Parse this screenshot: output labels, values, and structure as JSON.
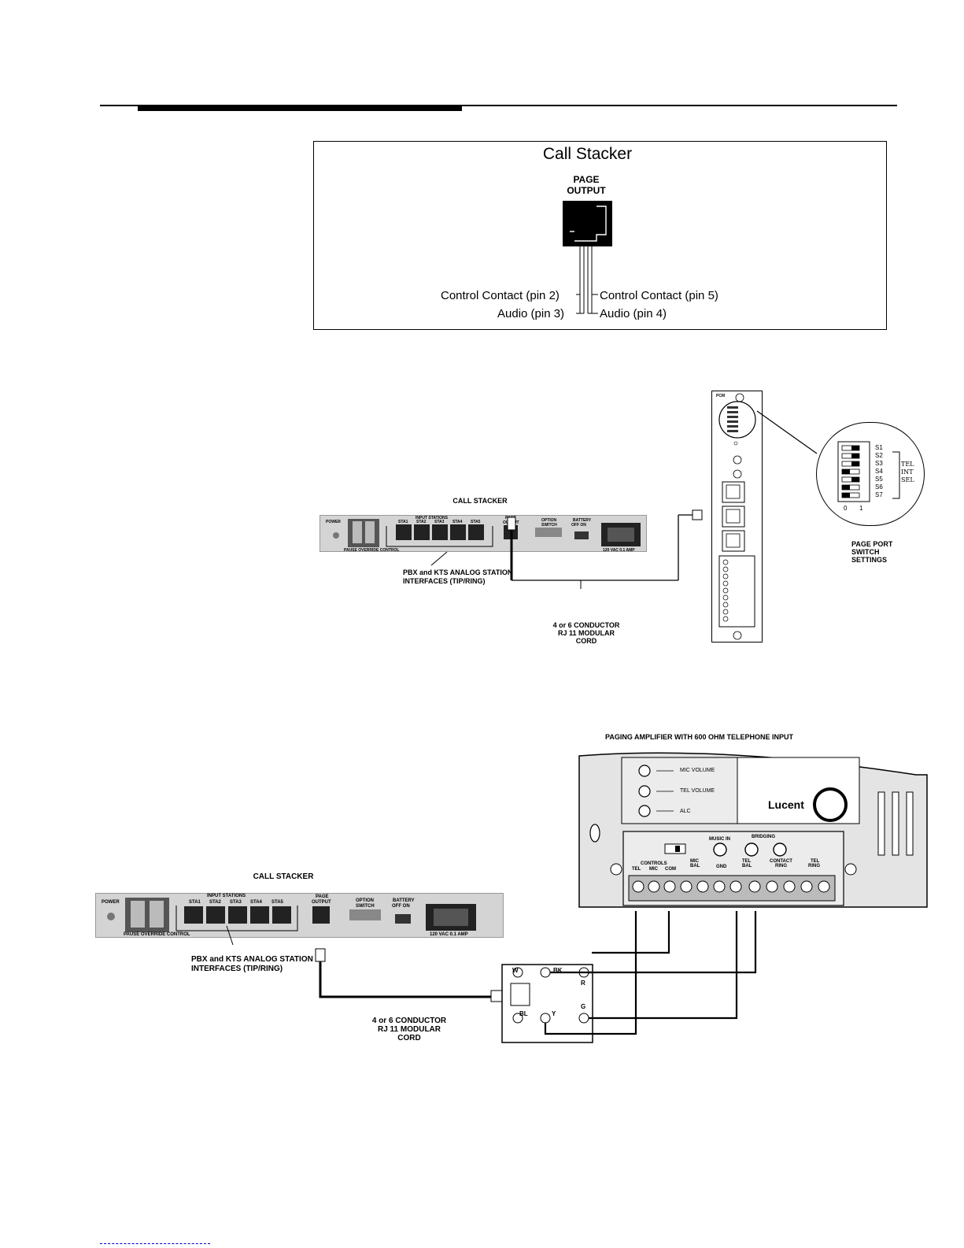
{
  "fig1": {
    "title": "Call Stacker",
    "jack_label_line1": "PAGE",
    "jack_label_line2": "OUTPUT",
    "pin2": "Control Contact (pin 2)",
    "pin3": "Audio (pin 3)",
    "pin5": "Control Contact (pin 5)",
    "pin4": "Audio (pin 4)"
  },
  "call_stacker": {
    "title": "CALL STACKER",
    "power": "POWER",
    "pause_override": "PAUSE OVERRIDE CONTROL",
    "input_stations": "INPUT STATIONS",
    "stations": [
      "STA1",
      "STA2",
      "STA3",
      "STA4",
      "STA5"
    ],
    "page_output_line1": "PAGE",
    "page_output_line2": "OUTPUT",
    "option_switch_line1": "OPTION",
    "option_switch_line2": "SWITCH",
    "battery": "BATTERY",
    "off_on": "OFF   ON",
    "ac": "120 VAC  0.1 AMP"
  },
  "fig2": {
    "pbx_line1": "PBX and KTS ANALOG STATION",
    "pbx_line2": "INTERFACES (TIP/RING)",
    "cord_line1": "4 or 6 CONDUCTOR",
    "cord_line2": "RJ 11 MODULAR",
    "cord_line3": "CORD",
    "switch_labels": [
      "S1",
      "S2",
      "S3",
      "S4",
      "S5",
      "S6",
      "S7"
    ],
    "tel": "TEL",
    "int": "INT",
    "sel": "SEL",
    "zero": "0",
    "one": "1",
    "settings_line1": "PAGE PORT",
    "settings_line2": "SWITCH",
    "settings_line3": "SETTINGS",
    "pcm": "PCM"
  },
  "fig3": {
    "amp_title": "PAGING AMPLIFIER WITH 600 OHM TELEPHONE INPUT",
    "mic_volume": "MIC VOLUME",
    "tel_volume": "TEL VOLUME",
    "alc": "ALC",
    "brand": "Lucent",
    "music_in": "MUSIC IN",
    "bridging": "BRIDGING",
    "controls": "CONTROLS",
    "tel": "TEL",
    "mic": "MIC",
    "com": "COM",
    "mic_bal_line1": "MIC",
    "mic_bal_line2": "BAL",
    "gnd": "GND",
    "tel_bal_line1": "TEL",
    "tel_bal_line2": "BAL",
    "contact_ring_line1": "CONTACT",
    "contact_ring_line2": "RING",
    "tel_ring_line1": "TEL",
    "tel_ring_line2": "RING",
    "block_w": "W",
    "block_bk": "BK",
    "block_r": "R",
    "block_g": "G",
    "block_bl": "BL",
    "block_y": "Y",
    "pbx_line1": "PBX and KTS ANALOG STATION",
    "pbx_line2": "INTERFACES (TIP/RING)",
    "cord_line1": "4 or 6 CONDUCTOR",
    "cord_line2": "RJ 11 MODULAR",
    "cord_line3": "CORD"
  }
}
